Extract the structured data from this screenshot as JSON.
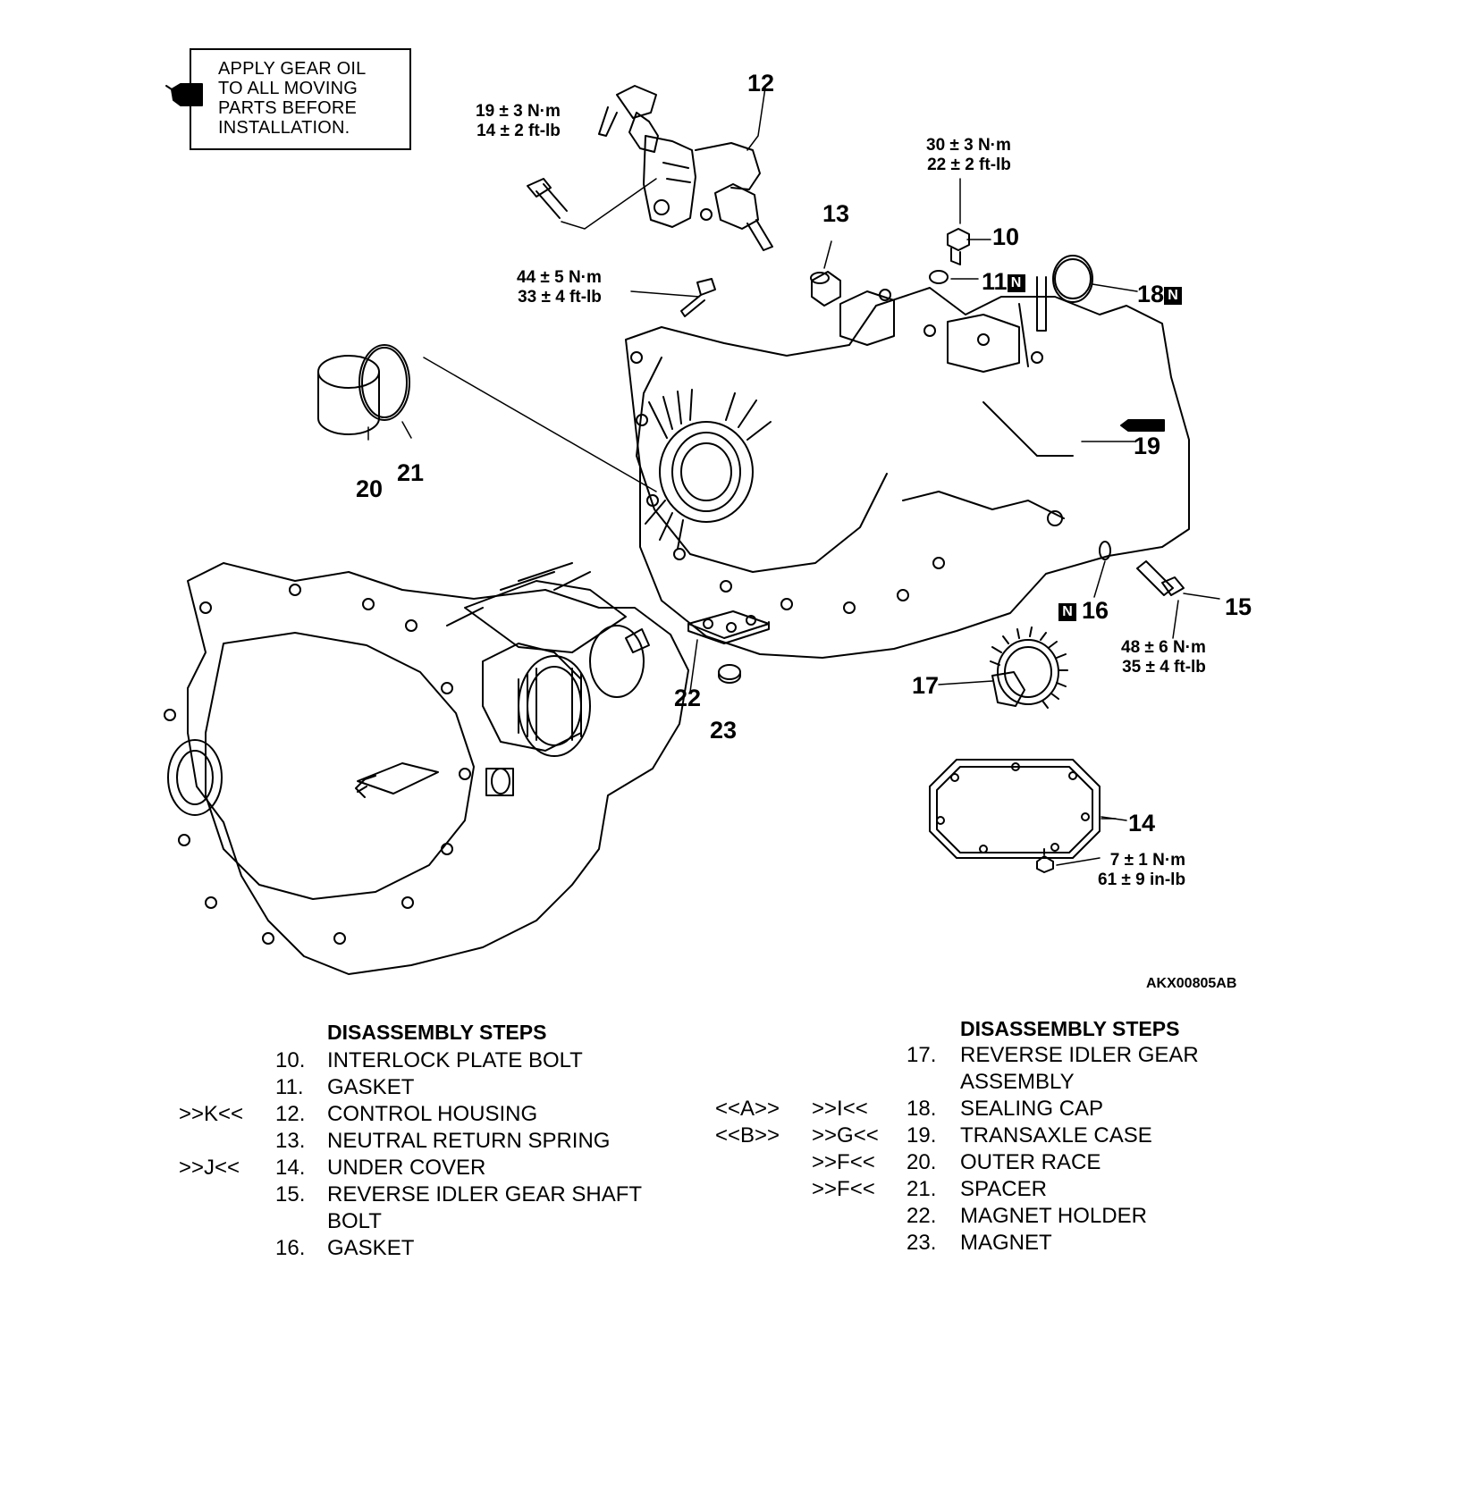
{
  "note": {
    "lines": [
      "APPLY GEAR OIL",
      "TO ALL MOVING",
      "PARTS BEFORE",
      "INSTALLATION."
    ],
    "icon": "oil-can-icon"
  },
  "callouts": {
    "c10": "10",
    "c11": "11",
    "c12": "12",
    "c13": "13",
    "c14": "14",
    "c15": "15",
    "c16": "16",
    "c17": "17",
    "c18": "18",
    "c19": "19",
    "c20": "20",
    "c21": "21",
    "c22": "22",
    "c23": "23"
  },
  "new_part_badge": "N",
  "torques": {
    "t12": [
      "19 ± 3 N·m",
      "14 ± 2 ft-lb"
    ],
    "t10": [
      "30 ± 3 N·m",
      "22 ± 2 ft-lb"
    ],
    "tbolt": [
      "44 ± 5 N·m",
      "33 ± 4 ft-lb"
    ],
    "t15": [
      "48 ± 6 N·m",
      "35 ± 4 ft-lb"
    ],
    "t14": [
      "7 ± 1 N·m",
      "61 ± 9 in-lb"
    ]
  },
  "figure_id": "AKX00805AB",
  "left_steps": {
    "heading": "DISASSEMBLY STEPS",
    "items": [
      {
        "mark": "",
        "num": "10.",
        "text": "INTERLOCK PLATE BOLT"
      },
      {
        "mark": "",
        "num": "11.",
        "text": "GASKET"
      },
      {
        "mark": ">>K<<",
        "num": "12.",
        "text": "CONTROL HOUSING"
      },
      {
        "mark": "",
        "num": "13.",
        "text": "NEUTRAL RETURN SPRING"
      },
      {
        "mark": ">>J<<",
        "num": "14.",
        "text": "UNDER COVER"
      },
      {
        "mark": "",
        "num": "15.",
        "text": "REVERSE IDLER GEAR SHAFT"
      },
      {
        "mark": "",
        "num": "",
        "text": "BOLT"
      },
      {
        "mark": "",
        "num": "16.",
        "text": "GASKET"
      }
    ]
  },
  "right_steps": {
    "heading": "DISASSEMBLY STEPS",
    "items": [
      {
        "mark1": "",
        "mark2": "",
        "num": "17.",
        "text": "REVERSE IDLER GEAR"
      },
      {
        "mark1": "",
        "mark2": "",
        "num": "",
        "text": "ASSEMBLY"
      },
      {
        "mark1": "<<A>>",
        "mark2": ">>I<<",
        "num": "18.",
        "text": "SEALING CAP"
      },
      {
        "mark1": "<<B>>",
        "mark2": ">>G<<",
        "num": "19.",
        "text": "TRANSAXLE CASE"
      },
      {
        "mark1": "",
        "mark2": ">>F<<",
        "num": "20.",
        "text": "OUTER RACE"
      },
      {
        "mark1": "",
        "mark2": ">>F<<",
        "num": "21.",
        "text": "SPACER"
      },
      {
        "mark1": "",
        "mark2": "",
        "num": "22.",
        "text": "MAGNET HOLDER"
      },
      {
        "mark1": "",
        "mark2": "",
        "num": "23.",
        "text": "MAGNET"
      }
    ]
  }
}
